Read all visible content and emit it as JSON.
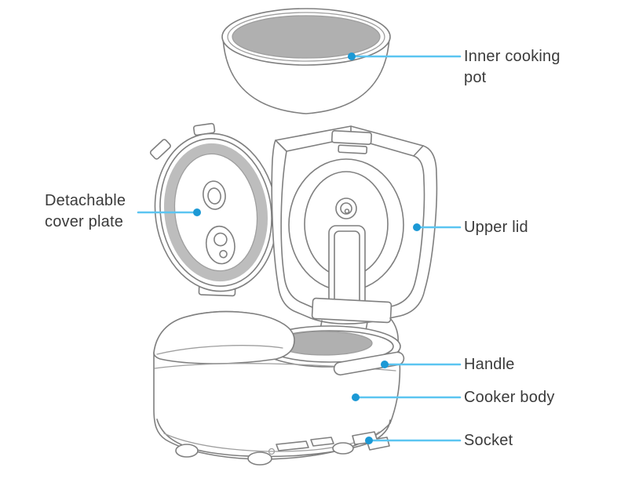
{
  "diagram": {
    "labels": {
      "inner_cooking_pot": "Inner cooking pot",
      "detachable_cover_plate": "Detachable cover plate",
      "upper_lid": "Upper lid",
      "handle": "Handle",
      "cooker_body": "Cooker body",
      "socket": "Socket"
    },
    "colors": {
      "leader_line": "#5bc5f1",
      "leader_dot": "#1c99d5",
      "outline": "#7f7f7f",
      "outline_light": "#9e9e9e",
      "fill_gray": "#b0b0b0",
      "ring_gray": "#bdbdbd",
      "label_text": "#3b3b3b",
      "background": "#ffffff"
    }
  }
}
